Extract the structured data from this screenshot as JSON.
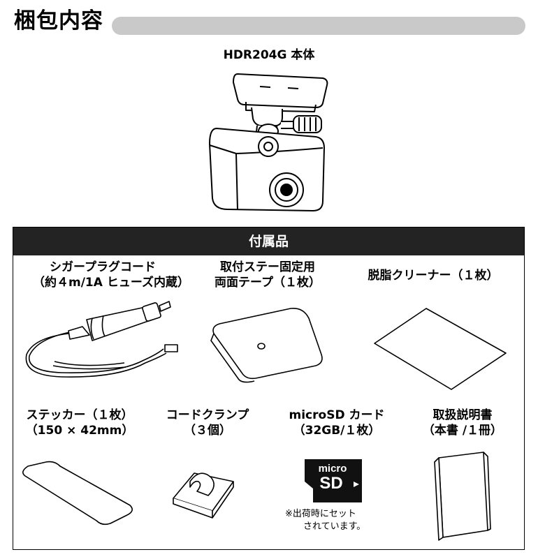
{
  "page": {
    "title": "梱包内容"
  },
  "main_unit": {
    "caption": "HDR204G 本体"
  },
  "accessories": {
    "header": "付属品",
    "items": [
      {
        "line1": "シガープラグコード",
        "line2": "（約４m/1A ヒューズ内蔵）"
      },
      {
        "line1": "取付ステー固定用",
        "line2": "両面テープ（１枚）"
      },
      {
        "line1": "脱脂クリーナー（１枚）",
        "line2": ""
      },
      {
        "line1": "ステッカー（１枚）",
        "line2": "（150 × 42mm）"
      },
      {
        "line1": "コードクランプ",
        "line2": "（３個）"
      },
      {
        "line1": "microSD カード",
        "line2": "（32GB/１枚）"
      },
      {
        "line1": "取扱説明書",
        "line2": "（本書 /１冊）"
      }
    ],
    "sd_card": {
      "logo_top": "micro",
      "logo_bottom": "SD"
    },
    "note": {
      "line1": "※出荷時にセット",
      "line2": "されています。"
    }
  }
}
